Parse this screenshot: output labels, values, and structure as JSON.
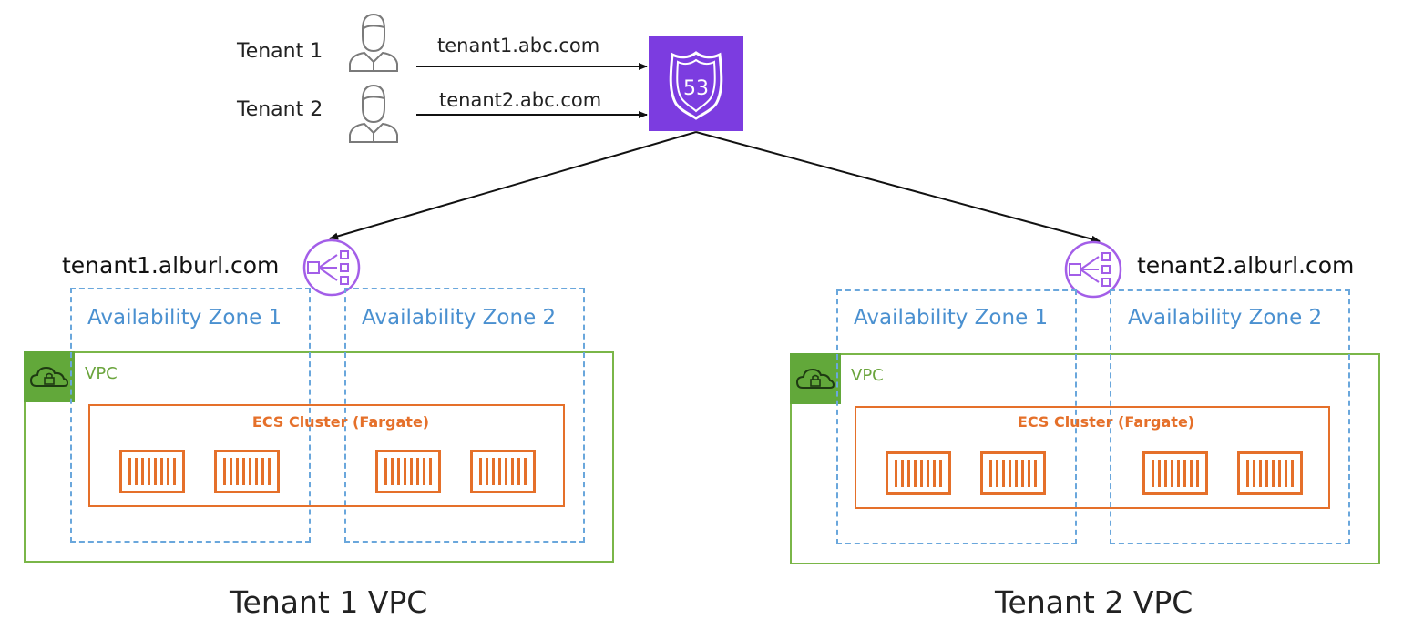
{
  "tenants": [
    {
      "label": "Tenant 1",
      "domain": "tenant1.abc.com"
    },
    {
      "label": "Tenant 2",
      "domain": "tenant2.abc.com"
    }
  ],
  "route53": {
    "icon": "route53-icon",
    "badge_text": "53",
    "color": "#7c3ce0"
  },
  "albs": [
    {
      "label": "tenant1.alburl.com",
      "icon": "load-balancer-icon"
    },
    {
      "label": "tenant2.alburl.com",
      "icon": "load-balancer-icon"
    }
  ],
  "vpcs": [
    {
      "caption": "Tenant 1 VPC",
      "vpc_label": "VPC",
      "az1": "Availability Zone 1",
      "az2": "Availability Zone 2",
      "ecs_label": "ECS Cluster (Fargate)"
    },
    {
      "caption": "Tenant 2 VPC",
      "vpc_label": "VPC",
      "az1": "Availability Zone 1",
      "az2": "Availability Zone 2",
      "ecs_label": "ECS Cluster (Fargate)"
    }
  ],
  "colors": {
    "vpc_green": "#7ab648",
    "az_blue": "#6aa7dc",
    "ecs_orange": "#e5702a",
    "alb_purple": "#a35ee8"
  }
}
